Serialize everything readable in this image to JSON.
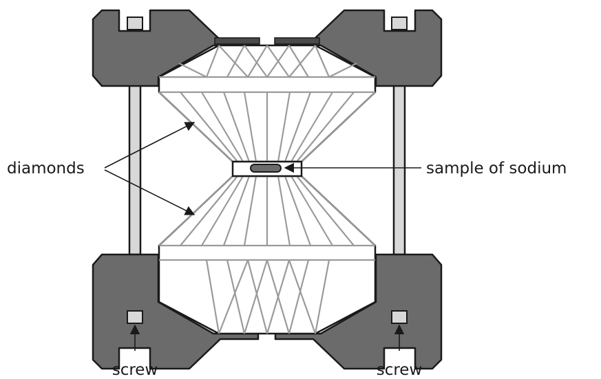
{
  "labels": {
    "diamonds": "diamonds",
    "sample": "sample of sodium",
    "screw_left": "screw",
    "screw_right": "screw"
  },
  "colors": {
    "frame": "#6b6b6b",
    "frame_outline": "#1a1a1a",
    "diamond": "#9a9a9a",
    "pad": "#4a4a4a",
    "sample": "#6b6b6b",
    "screw": "#d8d8d8"
  }
}
